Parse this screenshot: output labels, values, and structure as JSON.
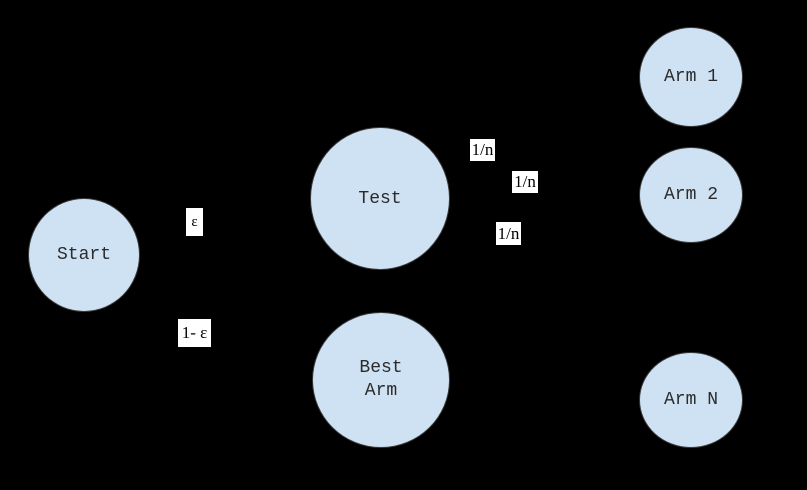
{
  "diagram": {
    "colors": {
      "background": "#000000",
      "node_fill": "#cfe2f3",
      "node_border": "#3a3a3a",
      "node_text": "#2b2b2b",
      "label_bg": "#ffffff",
      "label_text": "#000000"
    },
    "nodes": [
      {
        "id": "start",
        "label": "Start"
      },
      {
        "id": "test",
        "label": "Test"
      },
      {
        "id": "best-arm",
        "label": "Best Arm",
        "lines": [
          "Best",
          "Arm"
        ]
      },
      {
        "id": "arm-1",
        "label": "Arm 1"
      },
      {
        "id": "arm-2",
        "label": "Arm 2"
      },
      {
        "id": "arm-n",
        "label": "Arm N"
      }
    ],
    "edge_labels": [
      {
        "id": "epsilon",
        "text": "ε"
      },
      {
        "id": "one-minus-epsilon",
        "text": "1- ε"
      },
      {
        "id": "one-over-n-top",
        "text": "1/n"
      },
      {
        "id": "one-over-n-middle",
        "text": "1/n"
      },
      {
        "id": "one-over-n-bottom",
        "text": "1/n"
      }
    ]
  }
}
